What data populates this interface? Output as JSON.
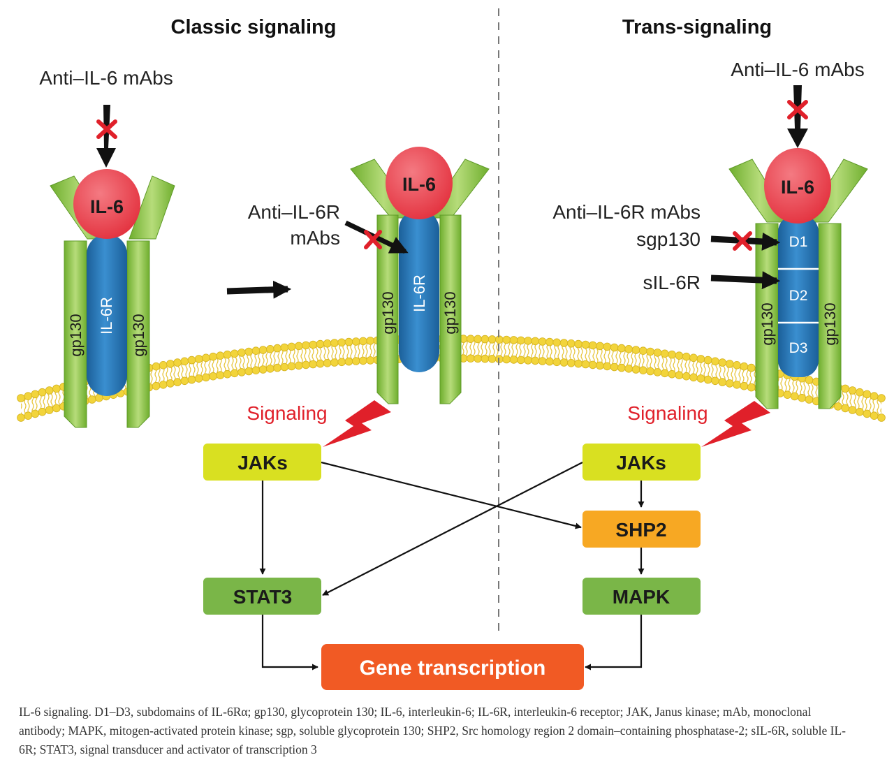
{
  "titles": {
    "classic": "Classic signaling",
    "trans": "Trans-signaling"
  },
  "labels": {
    "anti_il6_mabs": "Anti–IL-6 mAbs",
    "anti_il6r_line1": "Anti–IL-6R",
    "anti_il6r_line2": "mAbs",
    "anti_il6r_mabs": "Anti–IL-6R mAbs",
    "sgp130": "sgp130",
    "sil6r": "sIL-6R",
    "signaling": "Signaling"
  },
  "receptor": {
    "ligand": "IL-6",
    "receptor": "IL-6R",
    "gp130": "gp130",
    "domains": [
      "D1",
      "D2",
      "D3"
    ]
  },
  "boxes": {
    "jaks": "JAKs",
    "stat3": "STAT3",
    "shp2": "SHP2",
    "mapk": "MAPK",
    "gene": "Gene transcription"
  },
  "colors": {
    "ligand": "#e8434f",
    "receptor": "#1f74b5",
    "gp130": "#8cc63f",
    "jaks": "#d9e021",
    "stat3": "#7ab648",
    "shp2": "#f7a823",
    "gene": "#f15a24",
    "signal": "#e0202a",
    "membrane": "#f2d43b"
  },
  "caption": "IL-6 signaling. D1–D3, subdomains of IL-6Rα; gp130, glycoprotein 130; IL-6, interleukin-6; IL-6R, interleukin-6 receptor; JAK, Janus kinase; mAb, monoclonal antibody; MAPK, mitogen-activated protein kinase; sgp, soluble glycoprotein 130; SHP2, Src homology region 2 domain–containing phosphatase-2; sIL-6R, soluble IL-6R; STAT3, signal transducer and activator of transcription 3"
}
